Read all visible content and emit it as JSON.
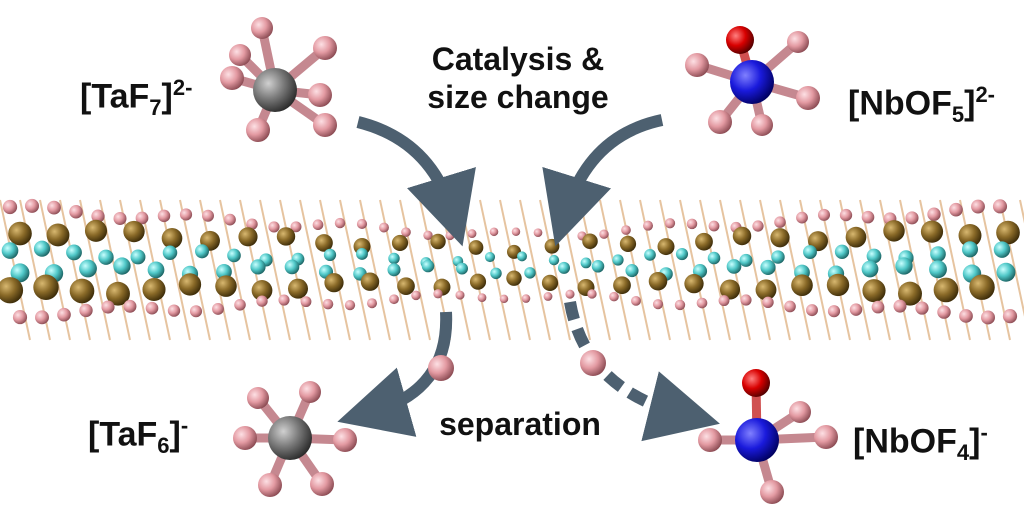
{
  "labels": {
    "taf7": {
      "base": "[TaF",
      "sub": "7",
      "close": "]",
      "sup": "2-"
    },
    "nbof5": {
      "base": "[NbOF",
      "sub": "5",
      "close": "]",
      "sup": "2-"
    },
    "taf6": {
      "base": "[TaF",
      "sub": "6",
      "close": "]",
      "sup": "-"
    },
    "nbof4": {
      "base": "[NbOF",
      "sub": "4",
      "close": "]",
      "sup": "-"
    }
  },
  "captions": {
    "catalysis_line1": "Catalysis &",
    "catalysis_line2": "size change",
    "separation": "separation"
  },
  "colors": {
    "fluorine": "#e8a0a8",
    "tantalum": "#7a7a7a",
    "niobium": "#1a1adc",
    "oxygen": "#d80000",
    "lattice_metal": "#8a6a28",
    "lattice_teal": "#50c8c8",
    "arrow": "#4d6070"
  }
}
